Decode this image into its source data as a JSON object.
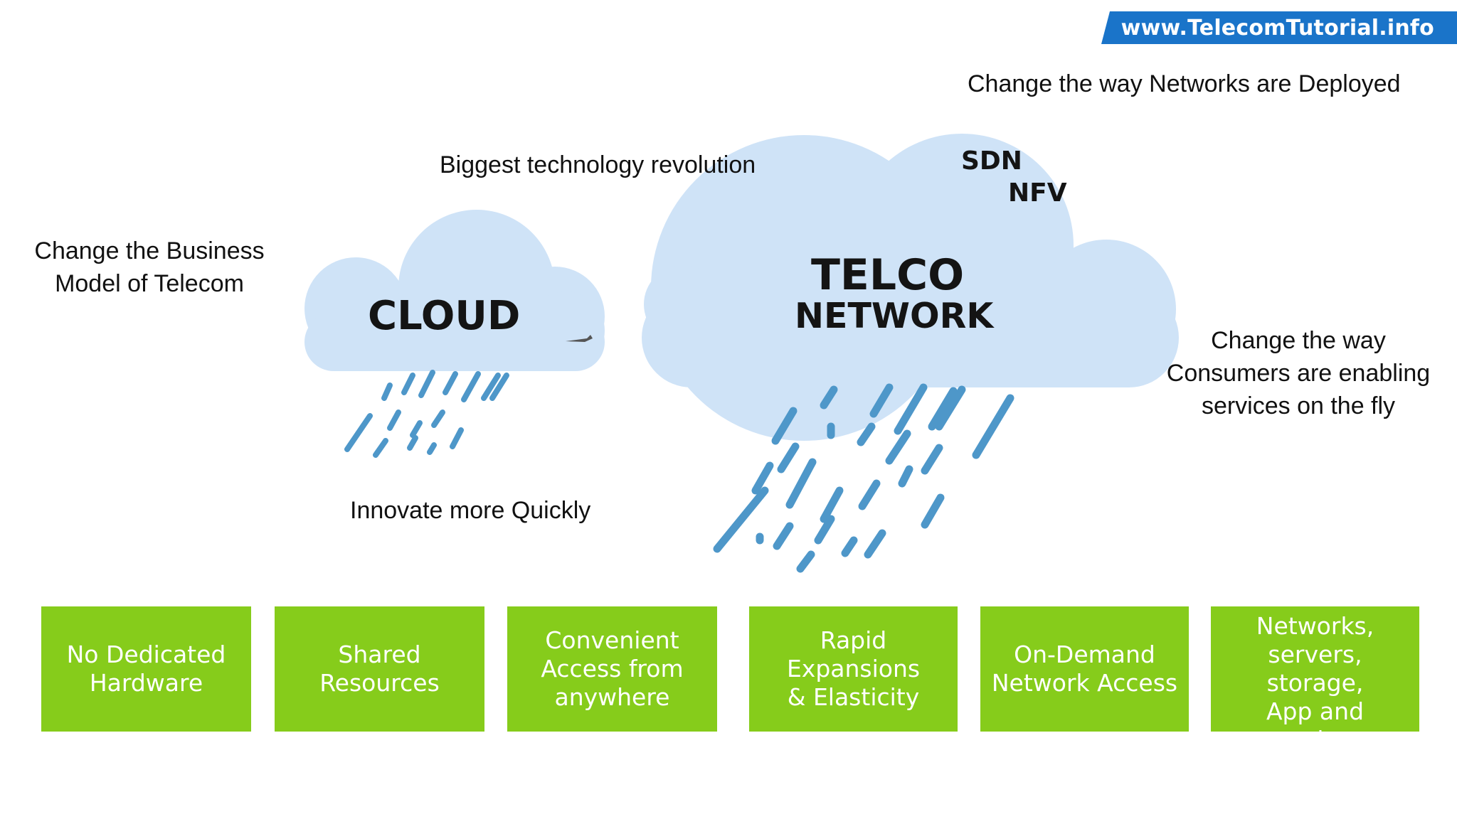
{
  "banner": {
    "text": "www.TelecomTutorial.info",
    "color": "#1a74c9"
  },
  "notes": {
    "networks_deployed": "Change the way Networks are Deployed",
    "biggest_revolution": "Biggest technology revolution",
    "business_model": "Change the Business\nModel of Telecom",
    "consumers": "Change the way\nConsumers are enabling\nservices on the fly",
    "innovate": "Innovate more Quickly"
  },
  "clouds": {
    "small": {
      "label": "CLOUD"
    },
    "large": {
      "label_line1": "TELCO",
      "label_line2": "NETWORK",
      "tag1": "SDN",
      "tag2": "NFV"
    },
    "cloud_color": "#cfe3f7",
    "rain_color": "#4e97c9"
  },
  "features": {
    "color": "#86cc1b",
    "items": [
      "No Dedicated\nHardware",
      "Shared\nResources",
      "Convenient\nAccess from\nanywhere",
      "Rapid Expansions\n& Elasticity",
      "On-Demand\nNetwork Access",
      "Offered as\nNetworks,\nservers, storage,\nApp and services"
    ]
  }
}
